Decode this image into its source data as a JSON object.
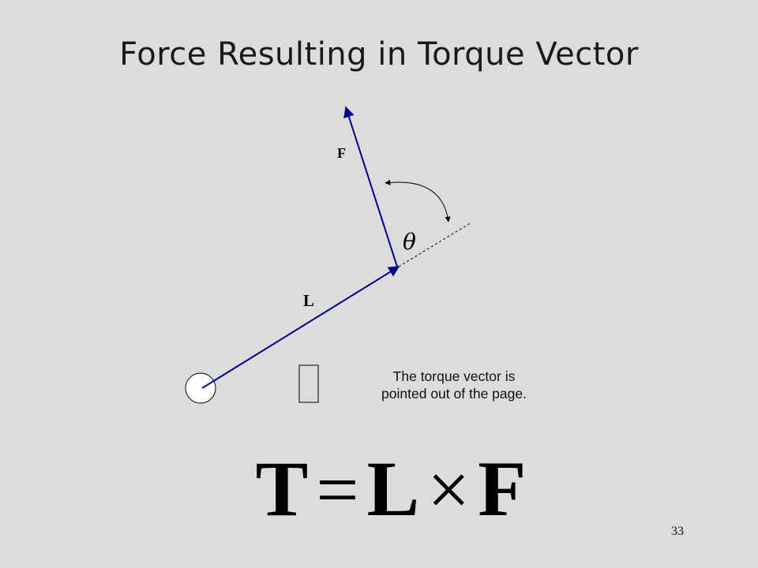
{
  "slide": {
    "title": "Force Resulting in Torque Vector",
    "page_number": "33"
  },
  "diagram": {
    "force_label": "F",
    "lever_label": "L",
    "angle_label": "θ",
    "vector_color": "#00008b",
    "icons": [
      "pivot-circle-icon",
      "out-of-page-symbol-icon",
      "angle-arc-icon"
    ]
  },
  "note": {
    "line1": "The torque vector is",
    "line2": "pointed out of the page."
  },
  "formula": {
    "lhs": "T",
    "equals": "=",
    "term1": "L",
    "times": "×",
    "term2": "F"
  }
}
